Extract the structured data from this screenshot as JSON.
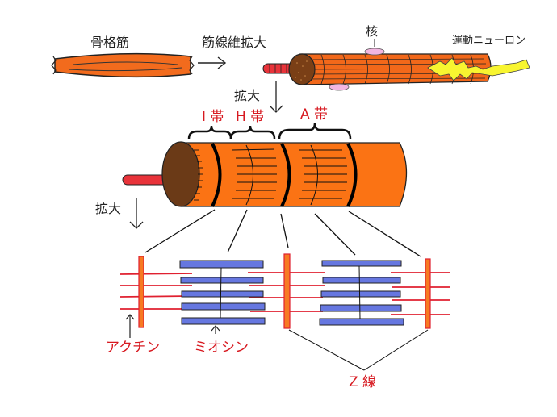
{
  "labels": {
    "skeletal_muscle": "骨格筋",
    "fiber_magnified": "筋線維拡大",
    "nucleus": "核",
    "motor_neuron": "運動ニューロン",
    "magnify_1": "拡大",
    "magnify_2": "拡大",
    "i_band": "I 帯",
    "h_band": "H 帯",
    "a_band": "A 帯",
    "actin": "アクチン",
    "myosin": "ミオシン",
    "z_line": "Z 線"
  },
  "colors": {
    "muscle_orange": "#f26b1d",
    "fiber_orange": "#fb7314",
    "end_brown": "#6b3a17",
    "myofibril_red": "#e8333a",
    "actin_red": "#e02030",
    "zdisc_orange": "#f77a22",
    "myosin_blue": "#6677e0",
    "nucleus_pink": "#f2b6e0",
    "neuron_yellow": "#f8f530",
    "label_red": "#d71920",
    "line_black": "#000000"
  }
}
